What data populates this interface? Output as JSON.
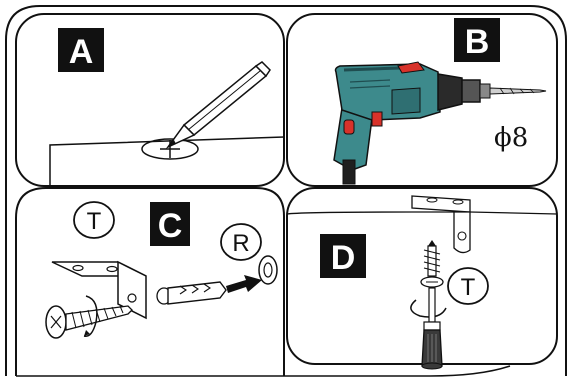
{
  "colors": {
    "outline": "#111111",
    "badge_bg": "#111111",
    "badge_text": "#ffffff",
    "drill_body": "#3d8a8c",
    "drill_dark": "#1f4d50",
    "drill_red": "#d8322a",
    "screwdriver_handle": "#3a3a3a"
  },
  "panels": {
    "a": {
      "label": "A",
      "icons": [
        "pencil-icon",
        "mark-cross-icon"
      ]
    },
    "b": {
      "label": "B",
      "size_text": "ϕ8",
      "icons": [
        "drill-icon",
        "drill-bit-icon"
      ]
    },
    "c": {
      "label": "C",
      "tag_t": "T",
      "tag_r": "R",
      "icons": [
        "bracket-icon",
        "screw-icon",
        "wall-plug-icon",
        "washer-icon",
        "arrow-right-icon"
      ]
    },
    "d": {
      "label": "D",
      "tag_t": "T",
      "icons": [
        "bracket-icon",
        "screw-icon",
        "screwdriver-icon"
      ]
    }
  }
}
